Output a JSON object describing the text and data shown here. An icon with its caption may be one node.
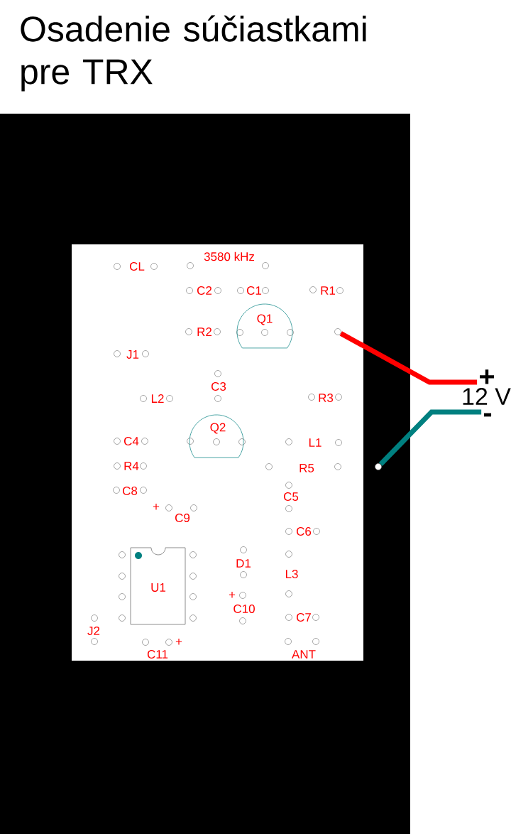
{
  "diagram": {
    "title": "Osadenie súčiastkami pre TRX",
    "nodes": [
      {
        "text": [
          "+"
        ]
      },
      {
        "text": [
          "-"
        ]
      },
      {
        "text": [],
        "shape": "circle"
      },
      {
        "text": [],
        "shape": "circle"
      }
    ],
    "edges": [
      {
        "from": 2,
        "to": 0,
        "arrow": "none",
        "color": "#ff0000"
      },
      {
        "from": 3,
        "to": 1,
        "arrow": "none",
        "color": "#008080"
      }
    ],
    "labels": [
      "3580 kHz",
      "CL",
      "C2",
      "C1",
      "R1",
      "Q1",
      "R2",
      "J1",
      "C3",
      "L2",
      "R3",
      "Q2",
      "C4",
      "L1",
      "R4",
      "R5",
      "C8",
      "C5",
      "+",
      "C9",
      "C6",
      "D1",
      "U1",
      "L3",
      "+",
      "C10",
      "C7",
      "J2",
      "+",
      "C11",
      "ANT",
      "12 V"
    ]
  }
}
